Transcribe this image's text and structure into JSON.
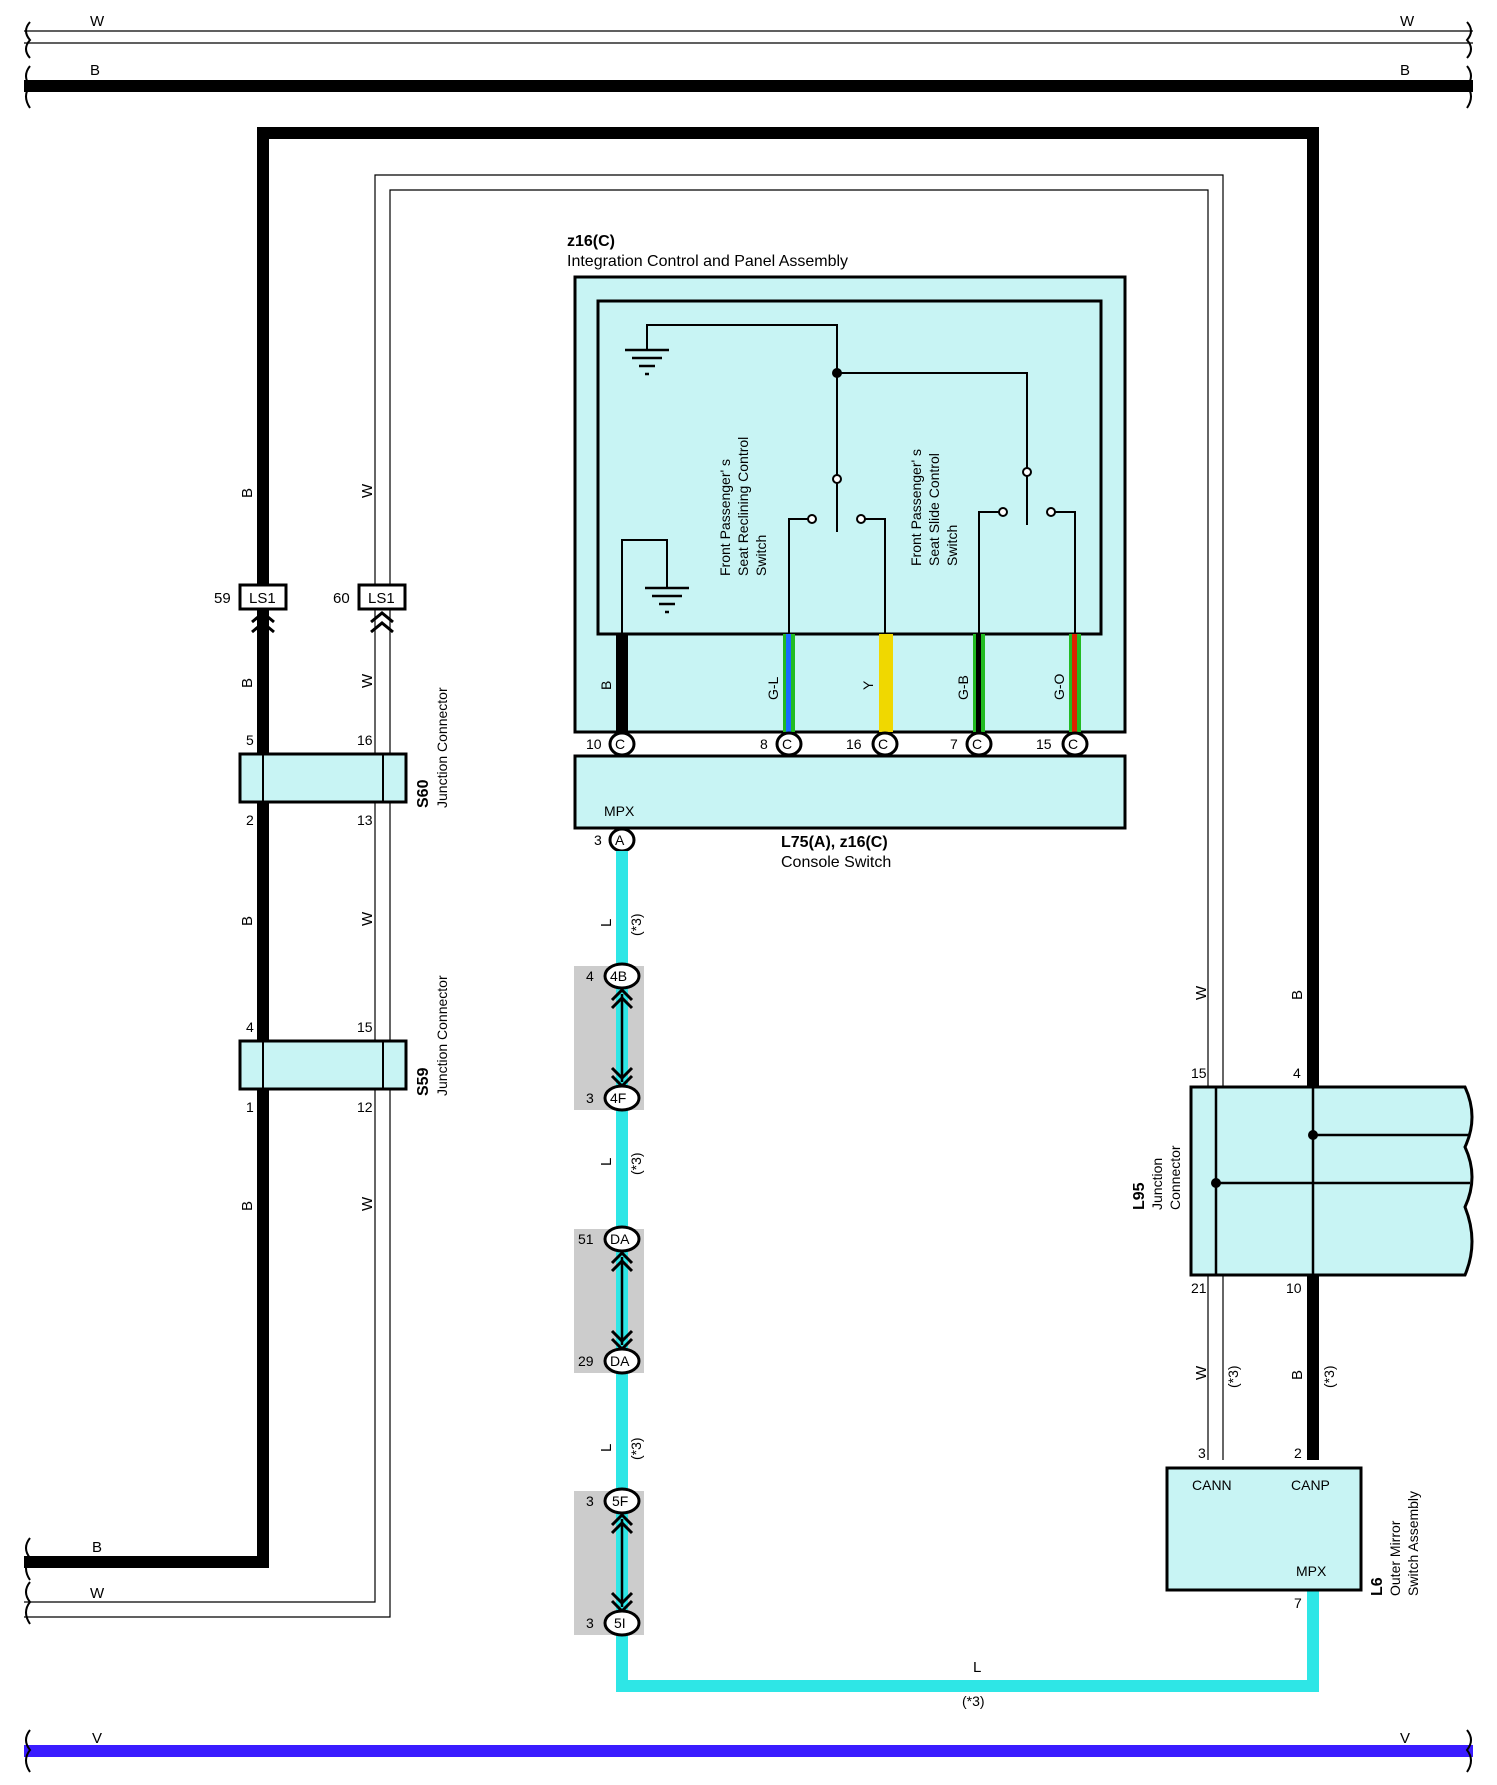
{
  "buses": {
    "top_w": "W",
    "top_b": "B",
    "left_b": "B",
    "left_w": "W",
    "bottom_v": "V"
  },
  "colors": {
    "black_wire": "#000000",
    "l_wire": "#2ee6e6",
    "v_bus": "#3a1cff",
    "y_wire": "#f0d800",
    "green_wire": "#22bb22",
    "red_stripe": "#dd2200",
    "box_fill": "#c8f4f4",
    "inline_fill": "#cccccc"
  },
  "wire_labels": {
    "left_b": "B",
    "left_w": "W",
    "right_w": "W",
    "right_b": "B",
    "l": "L",
    "note": "(*3)"
  },
  "ls1": {
    "name": "LS1",
    "pin_b": "59",
    "pin_w": "60"
  },
  "s60": {
    "id": "S60",
    "desc": "Junction Connector",
    "pin5": "5",
    "pin16": "16",
    "pin2": "2",
    "pin13": "13"
  },
  "s59": {
    "id": "S59",
    "desc": "Junction Connector",
    "pin4": "4",
    "pin15": "15",
    "pin1": "1",
    "pin12": "12"
  },
  "z16": {
    "id": "z16(C)",
    "desc": "Integration Control and Panel Assembly",
    "switch1": [
      "Front Passenger' s",
      "Seat Reclining Control",
      "Switch"
    ],
    "switch2": [
      "Front Passenger' s",
      "Seat Slide Control",
      "Switch"
    ],
    "wires": [
      {
        "label": "B",
        "pin": "10",
        "conn": "C"
      },
      {
        "label": "G-L",
        "pin": "8",
        "conn": "C"
      },
      {
        "label": "Y",
        "pin": "16",
        "conn": "C"
      },
      {
        "label": "G-B",
        "pin": "7",
        "conn": "C"
      },
      {
        "label": "G-O",
        "pin": "15",
        "conn": "C"
      }
    ]
  },
  "console": {
    "id": "L75(A), z16(C)",
    "desc": "Console Switch",
    "mpx": "MPX",
    "pin": "3",
    "conn": "A"
  },
  "inline": [
    {
      "top_pin": "4",
      "top_conn": "4B",
      "bot_pin": "3",
      "bot_conn": "4F"
    },
    {
      "top_pin": "51",
      "top_conn": "DA",
      "bot_pin": "29",
      "bot_conn": "DA"
    },
    {
      "top_pin": "3",
      "top_conn": "5F",
      "bot_pin": "3",
      "bot_conn": "5I"
    }
  ],
  "l95": {
    "id": "L95",
    "desc": [
      "Junction",
      "Connector"
    ],
    "pin15": "15",
    "pin4": "4",
    "pin21": "21",
    "pin10": "10"
  },
  "l6": {
    "id": "L6",
    "desc": [
      "Outer Mirror",
      "Switch Assembly"
    ],
    "cann": "CANN",
    "canp": "CANP",
    "mpx": "MPX",
    "pin3": "3",
    "pin2": "2",
    "pin7": "7"
  }
}
